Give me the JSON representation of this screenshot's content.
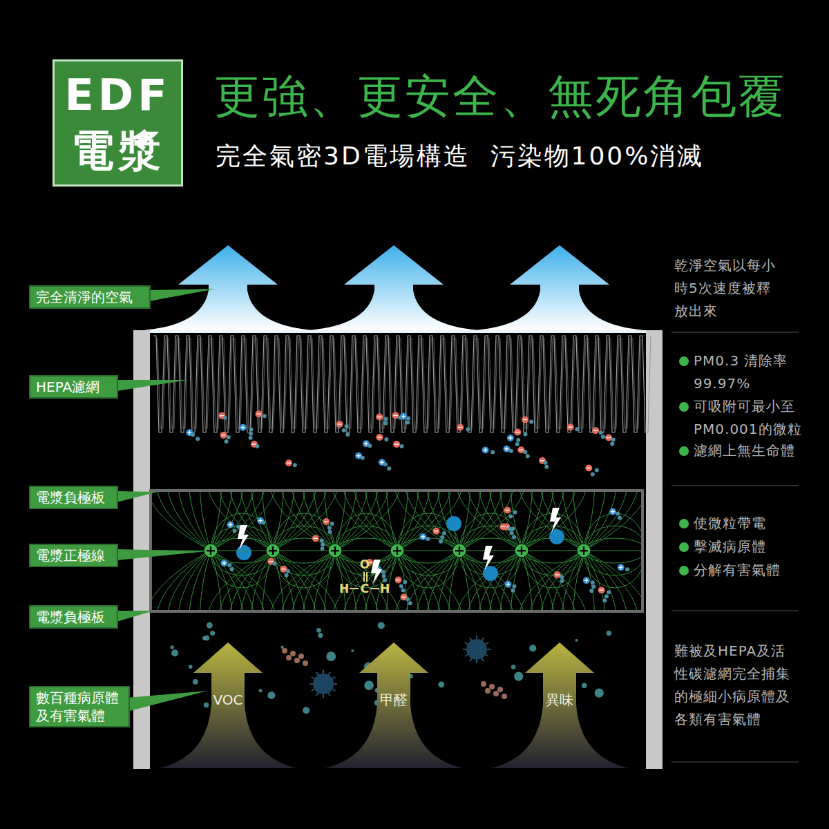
{
  "diagram": {
    "title": "更強、更安全、無死角包覆",
    "nodes": [
      {
        "text": [
          "EDF 電漿"
        ]
      },
      {
        "text": [
          "完全清淨的空氣"
        ]
      },
      {
        "text": [
          "HEPA濾網"
        ]
      },
      {
        "text": [
          "電漿負極板"
        ]
      },
      {
        "text": [
          "電漿正極線"
        ]
      },
      {
        "text": [
          "電漿負極板"
        ]
      },
      {
        "text": [
          "數百種病原體 及有害氣體"
        ]
      },
      {
        "text": [
          "VOC"
        ]
      },
      {
        "text": [
          "甲醛"
        ]
      },
      {
        "text": [
          "異味"
        ]
      }
    ],
    "edges": [],
    "labels": [
      "完全氣密3D電場構造  污染物100%消滅",
      "乾淨空氣以每小 時5次速度被釋 放出來",
      "PM0.3 清除率 99.97%",
      "可吸附可最小至 PM0.001的微粒",
      "濾網上無生命體",
      "使微粒帶電",
      "擊滅病原體",
      "分解有害氣體",
      "難被及HEPA及活 性碳濾網完全捕集 的極細小病原體及 各類有害氣體",
      "O",
      "H",
      "C",
      "H"
    ]
  }
}
